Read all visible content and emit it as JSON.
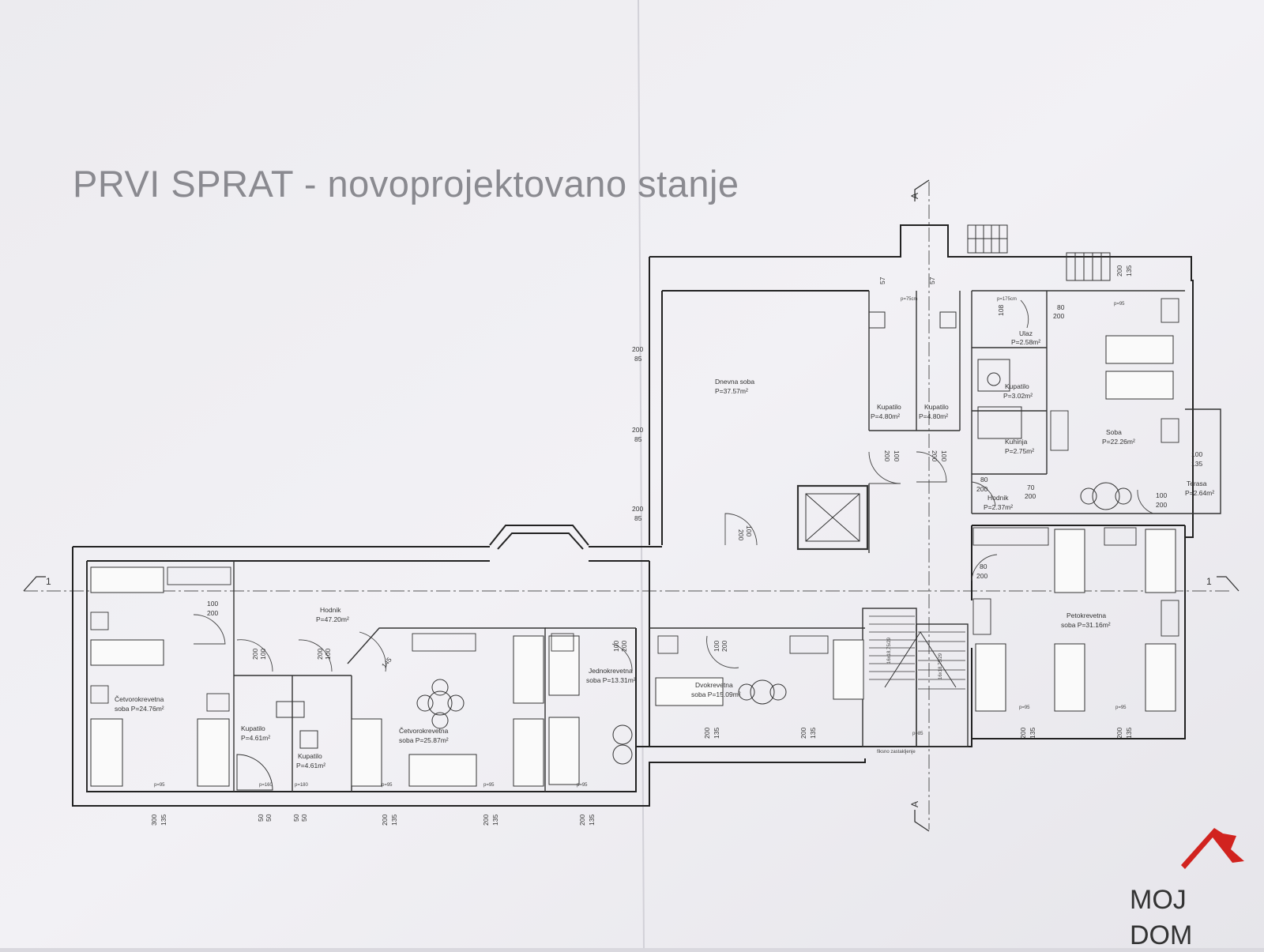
{
  "title": "PRVI SPRAT - novoprojektovano stanje",
  "watermark": {
    "line1": "MOJ",
    "line2": "DOM"
  },
  "section_marks": {
    "vertical": "A",
    "horizontal": "1"
  },
  "rooms": [
    {
      "id": "dnevna",
      "name": "Dnevna soba",
      "area": "P=37.57m²"
    },
    {
      "id": "kup1",
      "name": "Kupatilo",
      "area": "P=4.80m²"
    },
    {
      "id": "kup2",
      "name": "Kupatilo",
      "area": "P=4.80m²"
    },
    {
      "id": "ulaz",
      "name": "Ulaz",
      "area": "P=2.58m²"
    },
    {
      "id": "kup3",
      "name": "Kupatilo",
      "area": "P=3.02m²"
    },
    {
      "id": "kuhinja",
      "name": "Kuhinja",
      "area": "P=2.75m²"
    },
    {
      "id": "hodnik2",
      "name": "Hodnik",
      "area": "P=2.37m²"
    },
    {
      "id": "soba",
      "name": "Soba",
      "area": "P=22.26m²"
    },
    {
      "id": "terasa",
      "name": "Terasa",
      "area": "P=2.64m²"
    },
    {
      "id": "hodnik1",
      "name": "Hodnik",
      "area": "P=47.20m²"
    },
    {
      "id": "cet1",
      "name": "Četvorokrevetna",
      "area": "soba P=24.76m²"
    },
    {
      "id": "kup4",
      "name": "Kupatilo",
      "area": "P=4.61m²"
    },
    {
      "id": "kup5",
      "name": "Kupatilo",
      "area": "P=4.61m²"
    },
    {
      "id": "cet2",
      "name": "Četvorokrevetna",
      "area": "soba P=25.87m²"
    },
    {
      "id": "jedno",
      "name": "Jednokrevetna",
      "area": "soba P=13.31m²"
    },
    {
      "id": "dvo",
      "name": "Dvokrevetna",
      "area": "soba P=15.09m²"
    },
    {
      "id": "peto",
      "name": "Petokrevetna",
      "area": "soba P=31.16m²"
    }
  ],
  "dimensions": {
    "win_200": "200",
    "win_85": "85",
    "win_135": "135",
    "d100": "100",
    "d80": "80",
    "d70": "70",
    "d57": "57",
    "d300": "300",
    "d50": "50",
    "d145": "145",
    "d108": "108",
    "d175": "p=175cm",
    "d75": "p=75cm",
    "p95": "p=95",
    "p85": "p=85",
    "p180": "p=180",
    "p160": "p=160"
  },
  "stair_note": "fiksno zastakljenje",
  "stair_text": "16x18,75/29"
}
